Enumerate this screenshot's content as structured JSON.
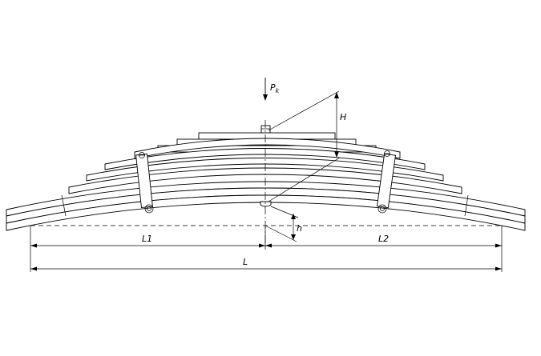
{
  "labels": {
    "force": "P",
    "force_sub": "k",
    "H": "H",
    "h": "h",
    "L1": "L1",
    "L2": "L2",
    "L": "L"
  },
  "leaf_count": 10,
  "line_color": "#000000",
  "background": "#ffffff"
}
